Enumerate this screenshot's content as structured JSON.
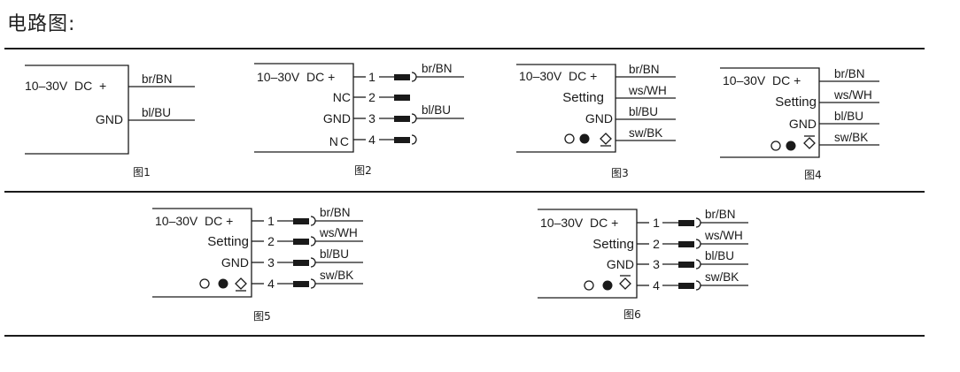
{
  "page": {
    "title": "电路图:"
  },
  "diagrams": [
    {
      "id": "fig1",
      "caption": "图1",
      "terminals": [
        "10–30V  DC  +",
        "GND"
      ],
      "wires": [
        "br/BN",
        "bl/BU"
      ]
    },
    {
      "id": "fig2",
      "caption": "图2",
      "terminals": [
        "10–30V  DC +",
        "NC",
        "GND",
        "NC"
      ],
      "pins": [
        "1",
        "2",
        "3",
        "4"
      ],
      "wires": [
        "br/BN",
        "",
        "bl/BU",
        ""
      ]
    },
    {
      "id": "fig3",
      "caption": "图3",
      "terminals": [
        "10–30V  DC +",
        "Setting",
        "GND",
        ""
      ],
      "wires": [
        "br/BN",
        "ws/WH",
        "bl/BU",
        "sw/BK"
      ],
      "indicators": [
        "open-circle",
        "filled-circle",
        "diamond-underline"
      ]
    },
    {
      "id": "fig4",
      "caption": "图4",
      "terminals": [
        "10–30V  DC +",
        "Setting",
        "GND",
        ""
      ],
      "wires": [
        "br/BN",
        "ws/WH",
        "bl/BU",
        "sw/BK"
      ],
      "indicators": [
        "open-circle",
        "filled-circle",
        "diamond-overline"
      ]
    },
    {
      "id": "fig5",
      "caption": "图5",
      "terminals": [
        "10–30V  DC +",
        "Setting",
        "GND",
        ""
      ],
      "pins": [
        "1",
        "2",
        "3",
        "4"
      ],
      "wires": [
        "br/BN",
        "ws/WH",
        "bl/BU",
        "sw/BK"
      ],
      "indicators": [
        "open-circle",
        "filled-circle",
        "diamond-underline"
      ]
    },
    {
      "id": "fig6",
      "caption": "图6",
      "terminals": [
        "10–30V  DC +",
        "Setting",
        "GND",
        ""
      ],
      "pins": [
        "1",
        "2",
        "3",
        "4"
      ],
      "wires": [
        "br/BN",
        "ws/WH",
        "bl/BU",
        "sw/BK"
      ],
      "indicators": [
        "open-circle",
        "filled-circle",
        "diamond-overline"
      ]
    }
  ]
}
